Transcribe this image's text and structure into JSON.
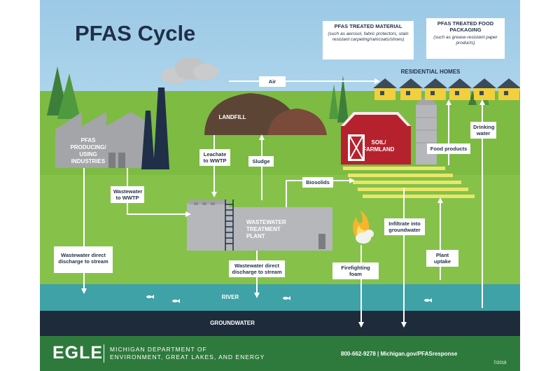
{
  "title": "PFAS Cycle",
  "labels": {
    "air": "Air",
    "residential_homes": "RESIDENTIAL HOMES",
    "landfill": "LANDFILL",
    "industries": "PFAS PRODUCING/ USING INDUSTRIES",
    "leachate": "Leachate to WWTP",
    "sludge": "Sludge",
    "wastewater_to_wwtp": "Wastewater to WWTP",
    "wwtp": "WASTEWATER TREATMENT PLANT",
    "biosolids": "Biosolids",
    "soil_farmland": "SOIL/ FARMLAND",
    "food_products": "Food products",
    "drinking_water": "Drinking water",
    "infiltrate": "Infiltrate into groundwater",
    "plant_uptake": "Plant uptake",
    "firefighting_foam": "Firefighting foam",
    "direct_discharge_left": "Wastewater direct discharge to stream",
    "direct_discharge_center": "Wastewater direct discharge to stream",
    "river": "RIVER",
    "groundwater": "GROUNDWATER"
  },
  "callouts": {
    "treated_material_title": "PFAS TREATED MATERIAL",
    "treated_material_note": "(such as aerosol, fabric protectors, stain resistant carpeting/raincoats/shoes)",
    "packaging_title": "PFAS TREATED FOOD PACKAGING",
    "packaging_note": "(such as grease-resistant paper products)"
  },
  "footer": {
    "logo": "EGLE",
    "dept_line1": "MICHIGAN DEPARTMENT OF",
    "dept_line2": "ENVIRONMENT, GREAT LAKES, AND ENERGY",
    "contact": "800-662-9278  |  Michigan.gov/PFASresponse",
    "date": "7/2019"
  },
  "colors": {
    "navy": "#1f2f47",
    "grass": "#7dbb43",
    "river": "#3fa2a6",
    "groundwater": "#1e2b3b",
    "footer": "#2e7a3c",
    "barn": "#b5222d",
    "house": "#f2cf3c",
    "factory": "#a3a5a8"
  },
  "icons": [
    "cloud-icon",
    "tree-icon",
    "house-icon",
    "barn-icon",
    "silo-icon",
    "factory-icon",
    "smokestack-icon",
    "fire-icon",
    "fish-icon"
  ]
}
